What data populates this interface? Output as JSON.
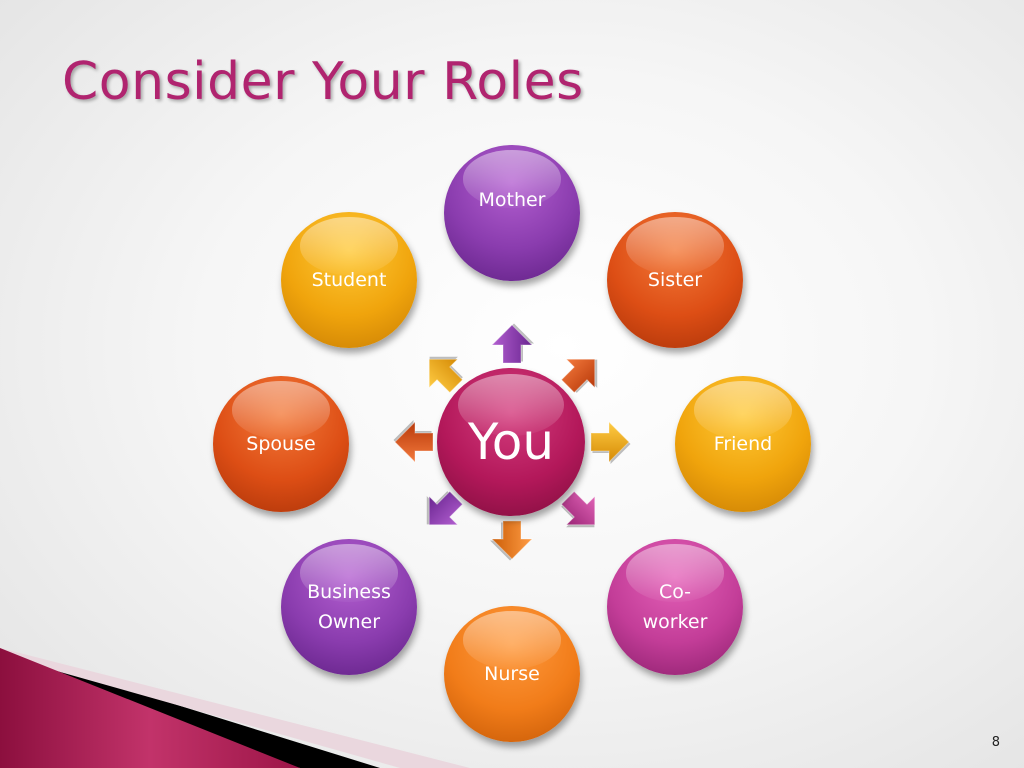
{
  "slide": {
    "title": "Consider Your Roles",
    "page_number": "8"
  },
  "diagram": {
    "center": {
      "label": "You"
    },
    "roles": [
      {
        "name": "mother",
        "label": "Mother",
        "color": "#8a3cae"
      },
      {
        "name": "sister",
        "label": "Sister",
        "color": "#dd4e15"
      },
      {
        "name": "friend",
        "label": "Friend",
        "color": "#f0a40c"
      },
      {
        "name": "co-worker",
        "label": "Co-\nworker",
        "color": "#c33d98"
      },
      {
        "name": "nurse",
        "label": "Nurse",
        "color": "#f17c19"
      },
      {
        "name": "business-owner",
        "label": "Business\nOwner",
        "color": "#8a3cae"
      },
      {
        "name": "spouse",
        "label": "Spouse",
        "color": "#dd4e15"
      },
      {
        "name": "student",
        "label": "Student",
        "color": "#f0a40c"
      }
    ]
  },
  "colors": {
    "title": "#b0246f",
    "center": "#b3185a",
    "accent_band": "#a8174f"
  }
}
